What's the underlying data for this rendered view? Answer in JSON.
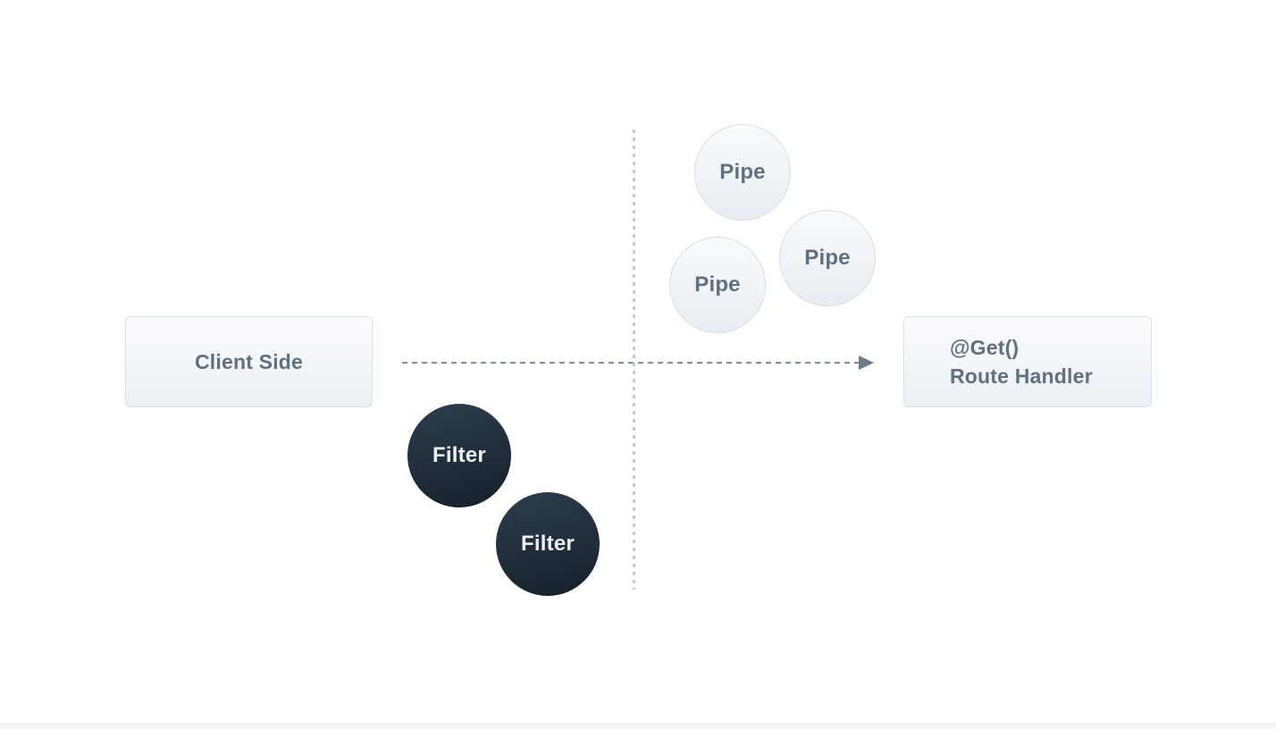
{
  "diagram": {
    "nodes": {
      "client": {
        "label": "Client Side"
      },
      "route_handler": {
        "decorator": "@Get()",
        "label": "Route Handler"
      },
      "pipes": [
        {
          "label": "Pipe"
        },
        {
          "label": "Pipe"
        },
        {
          "label": "Pipe"
        }
      ],
      "filters": [
        {
          "label": "Filter"
        },
        {
          "label": "Filter"
        }
      ]
    }
  },
  "colors": {
    "bg": "#ffffff",
    "node_text": "#61707f",
    "node_border": "#dce2e9",
    "node_fill_top": "#fbfcfe",
    "node_fill_bottom": "#ebeff4",
    "pipe_border": "#d6dde5",
    "pipe_fill_top": "#f9fbfc",
    "pipe_fill_bottom": "#e8edf3",
    "filter_fill_top": "#2e3e4e",
    "filter_fill_bottom": "#161f2a",
    "filter_text": "#eef2f5",
    "arrow_dash": "#818d99",
    "arrow_head": "#6f7b87",
    "guide_dash": "#c4cbd3",
    "footer_band": "#f4f5f6",
    "footer_border": "#e8e9eb"
  }
}
